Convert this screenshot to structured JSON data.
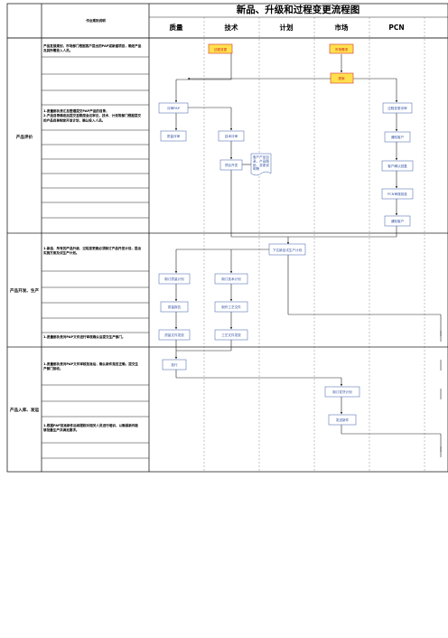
{
  "title": "新品、升级和过程变更流程图",
  "left_header": "作业规则说明",
  "lanes": [
    {
      "label": "质量"
    },
    {
      "label": "技术"
    },
    {
      "label": "计划"
    },
    {
      "label": "市场"
    },
    {
      "label": "PCN"
    }
  ],
  "phases": [
    {
      "label": "产品评价"
    },
    {
      "label": "产品开发、生产"
    },
    {
      "label": "产品入库、发运"
    }
  ],
  "notes": {
    "n1": "产品发展规划，市场部门根据客户提出的PAP或新建项目，确定产品及其所需投入人员。",
    "n2": "1.质量部负责汇总整理提交PAP产品的目录，\n2.产品目录确定后提交至联席会议审议，技术、计划等部门根据提交的产品目录制定开发计划，确认投入人员。",
    "n3": "1.新品、所有的产品升级、过程变更都必须制订产品开发计划，提出实施方案及试生产计划。",
    "n4": "1.质量部负责对PAP文件进行审核确认后提交生产部门。",
    "n5": "1.质量部负责对PAP文件审核批准后，确认新件是否正确，提交生产部门接收。",
    "n6": "1.根据PAP批准新件后续跟踪对相关人员进行培训，以确保新件能够批量生产并满足要求。"
  },
  "boxes": {
    "b_market_req": "市场需求",
    "b_tech_change": "过程变更",
    "b_proposal": "提案",
    "b_review": "评审PAP",
    "b_quality_eval": "质量评审",
    "b_tech_eval": "技术评审",
    "b_project": "项目开发",
    "b_doc": "客户产品目录、产品图纸、变更说明等",
    "b_pcn_review": "过程变更评审",
    "b_notify1": "通知客户",
    "b_notify_reply": "客户确认回复",
    "b_pcn_approve": "PCN审核批准",
    "b_notify2": "通知客户",
    "b_trial_plan": "下达新品试生产计划",
    "b_quality_plan": "制订质量计划",
    "b_tech_plan": "制订技术计划",
    "b_quality_report": "质量报告",
    "b_tech_doc": "制作工艺文件",
    "b_quality_file": "质量文件发放",
    "b_tech_file": "工艺文件发放",
    "b_release": "放行",
    "b_ship_plan": "制订发货计划",
    "b_ship": "发送新件"
  },
  "colors": {
    "line": "#222222",
    "box_border": "#3a5aa8",
    "red_box_fill": "#ffe14d",
    "red_box_border": "#d83030",
    "lane_divider": "#888888"
  }
}
